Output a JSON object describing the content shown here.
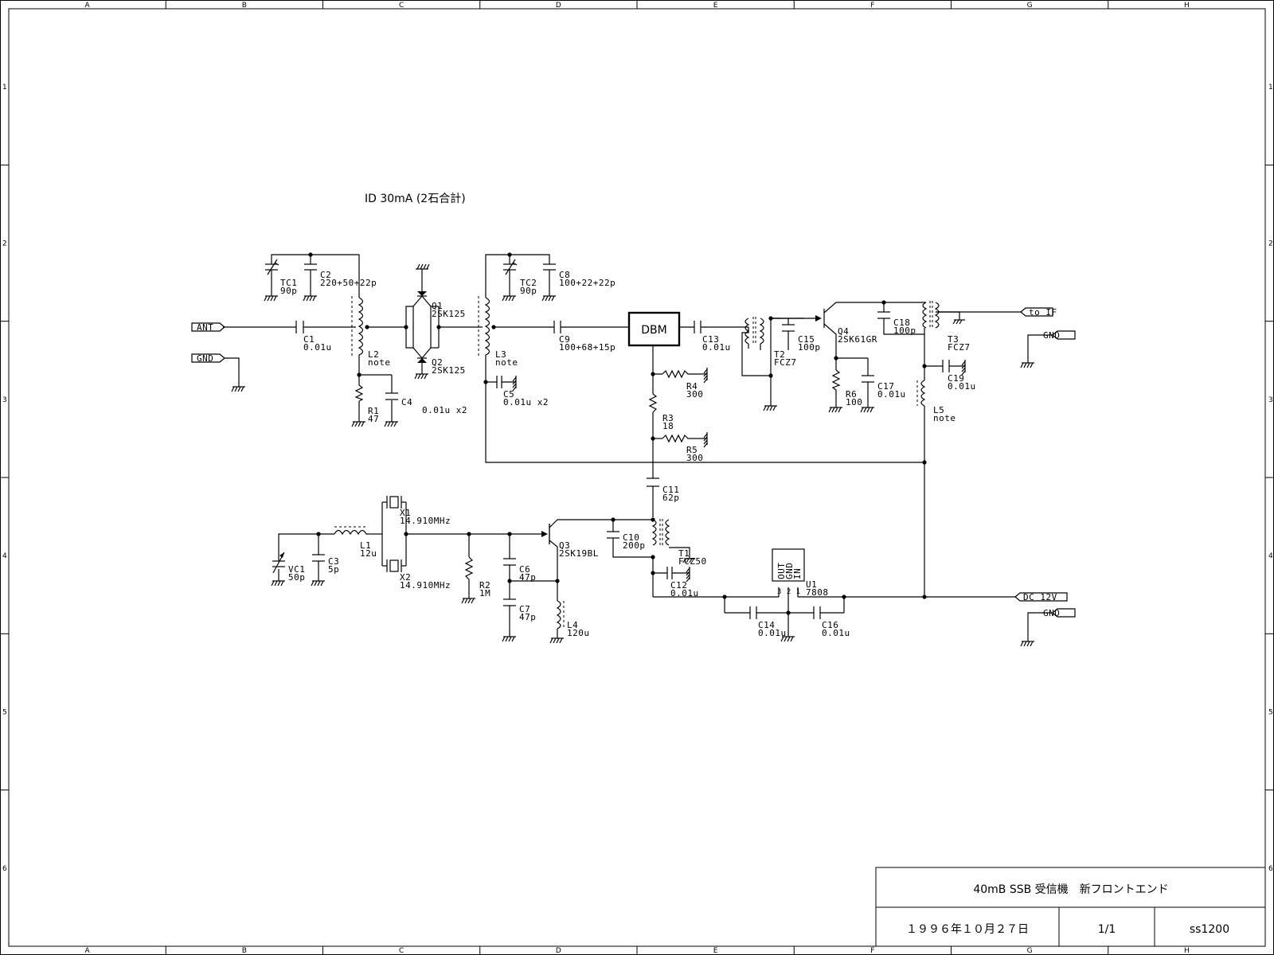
{
  "frame": {
    "columns": [
      "A",
      "B",
      "C",
      "D",
      "E",
      "F",
      "G",
      "H"
    ],
    "rows": [
      "1",
      "2",
      "3",
      "4",
      "5",
      "6"
    ]
  },
  "note": "ID 30mA (2石合計)",
  "ports": {
    "ant": "ANT",
    "gnd1": "GND",
    "to_if": "to IF",
    "gnd2": "GND",
    "dc12v": "DC 12V",
    "gnd3": "GND"
  },
  "dbm": "DBM",
  "components": {
    "tc1": {
      "ref": "TC1",
      "value": "90p"
    },
    "c2": {
      "ref": "C2",
      "value": "220+50+22p"
    },
    "c1": {
      "ref": "C1",
      "value": "0.01u"
    },
    "l2": {
      "ref": "L2",
      "value": "note"
    },
    "r1": {
      "ref": "R1",
      "value": "47"
    },
    "c4": {
      "ref": "C4",
      "value": "0.01u x2"
    },
    "q1": {
      "ref": "Q1",
      "value": "2SK125"
    },
    "q2": {
      "ref": "Q2",
      "value": "2SK125"
    },
    "tc2": {
      "ref": "TC2",
      "value": "90p"
    },
    "c8": {
      "ref": "C8",
      "value": "100+22+22p"
    },
    "l3": {
      "ref": "L3",
      "value": "note"
    },
    "c5": {
      "ref": "C5",
      "value": "0.01u x2"
    },
    "c9": {
      "ref": "C9",
      "value": "100+68+15p"
    },
    "c13": {
      "ref": "C13",
      "value": "0.01u"
    },
    "t2": {
      "ref": "T2",
      "value": "FCZ7"
    },
    "c15": {
      "ref": "C15",
      "value": "100p"
    },
    "q4": {
      "ref": "Q4",
      "value": "2SK61GR"
    },
    "c18": {
      "ref": "C18",
      "value": "100p"
    },
    "t3": {
      "ref": "T3",
      "value": "FCZ7"
    },
    "r6": {
      "ref": "R6",
      "value": "100"
    },
    "c17": {
      "ref": "C17",
      "value": "0.01u"
    },
    "c19": {
      "ref": "C19",
      "value": "0.01u"
    },
    "l5": {
      "ref": "L5",
      "value": "note"
    },
    "r4": {
      "ref": "R4",
      "value": "300"
    },
    "r3": {
      "ref": "R3",
      "value": "18"
    },
    "r5": {
      "ref": "R5",
      "value": "300"
    },
    "c11": {
      "ref": "C11",
      "value": "62p"
    },
    "x1": {
      "ref": "X1",
      "value": "14.910MHz"
    },
    "x2": {
      "ref": "X2",
      "value": "14.910MHz"
    },
    "l1": {
      "ref": "L1",
      "value": "12u"
    },
    "vc1": {
      "ref": "VC1",
      "value": "50p"
    },
    "c3": {
      "ref": "C3",
      "value": "5p"
    },
    "r2": {
      "ref": "R2",
      "value": "1M"
    },
    "c6": {
      "ref": "C6",
      "value": "47p"
    },
    "c7": {
      "ref": "C7",
      "value": "47p"
    },
    "q3": {
      "ref": "Q3",
      "value": "2SK19BL"
    },
    "l4": {
      "ref": "L4",
      "value": "120u"
    },
    "c10": {
      "ref": "C10",
      "value": "200p"
    },
    "t1": {
      "ref": "T1",
      "value": "FCZ50"
    },
    "c12": {
      "ref": "C12",
      "value": "0.01u"
    },
    "u1": {
      "ref": "U1",
      "value": "7808",
      "pins": [
        "OUT",
        "GND",
        "IN"
      ],
      "pin_nums": "3 2 1"
    },
    "c14": {
      "ref": "C14",
      "value": "0.01u"
    },
    "c16": {
      "ref": "C16",
      "value": "0.01u"
    }
  },
  "title_block": {
    "title": "40mB SSB 受信機　新フロントエンド",
    "date": "１９９６年１０月２７日",
    "sheet": "1/1",
    "doc": "ss1200"
  }
}
